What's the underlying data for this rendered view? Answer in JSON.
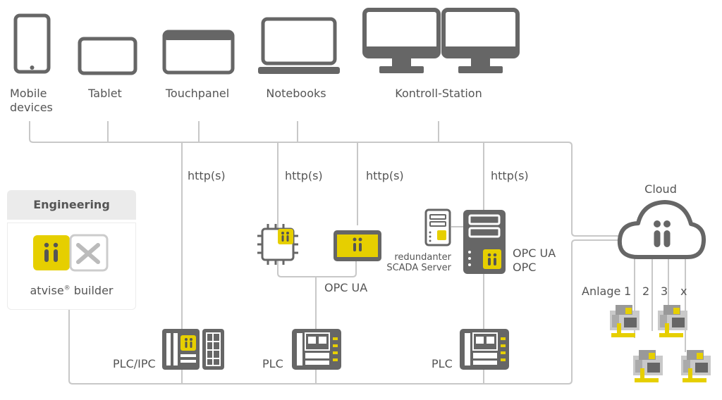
{
  "devices": {
    "mobile_line1": "Mobile",
    "mobile_line2": "devices",
    "tablet": "Tablet",
    "touchpanel": "Touchpanel",
    "notebooks": "Notebooks",
    "control_station": "Kontroll-Station"
  },
  "connections": {
    "http1": "http(s)",
    "http2": "http(s)",
    "http3": "http(s)",
    "http4": "http(s)"
  },
  "engineering": {
    "title": "Engineering",
    "product": "atvise",
    "registered": "®",
    "product_suffix": " builder"
  },
  "nodes": {
    "opc_ua_gateway": "OPC UA",
    "redundant_line1": "redundanter",
    "redundant_line2": "SCADA Server",
    "server_opc_ua": "OPC UA",
    "server_opc": "OPC",
    "plc_ipc": "PLC/IPC",
    "plc1": "PLC",
    "plc2": "PLC"
  },
  "cloud": {
    "label": "Cloud",
    "plant_label": "Anlage",
    "plant_numbers": [
      "1",
      "2",
      "3",
      "x"
    ]
  },
  "colors": {
    "line": "#c8c8c8",
    "device": "#666666",
    "accent": "#e6cf00",
    "text": "#555555"
  }
}
